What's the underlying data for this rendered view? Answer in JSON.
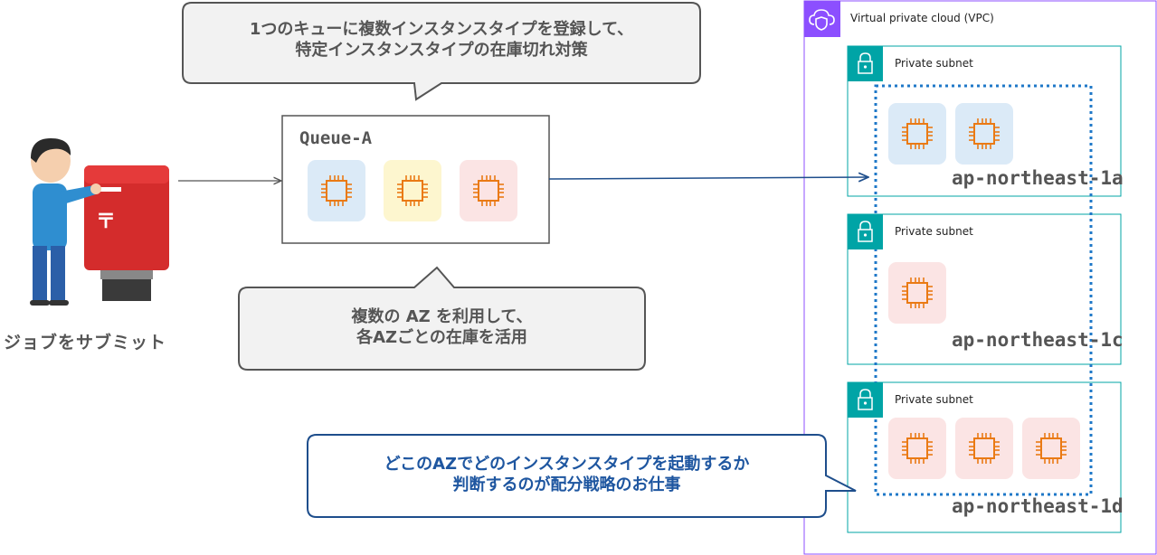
{
  "callout_top": {
    "line1": "1つのキューに複数インスタンスタイプを登録して、",
    "line2": "特定インスタンスタイプの在庫切れ対策"
  },
  "callout_mid": {
    "line1": "複数の AZ を利用して、",
    "line2": "各AZごとの在庫を活用"
  },
  "callout_bottom": {
    "line1": "どこのAZでどのインスタンスタイプを起動するか",
    "line2": "判断するのが配分戦略のお仕事"
  },
  "user": {
    "label": "ジョブをサブミット"
  },
  "queue": {
    "title": "Queue-A"
  },
  "vpc": {
    "title": "Virtual private cloud (VPC)"
  },
  "subnets": [
    {
      "title": "Private subnet",
      "az": "ap-northeast-1a"
    },
    {
      "title": "Private subnet",
      "az": "ap-northeast-1c"
    },
    {
      "title": "Private subnet",
      "az": "ap-northeast-1d"
    }
  ],
  "colors": {
    "instance_blue_bg": "#dbeaf7",
    "instance_yellow_bg": "#fdf6cf",
    "instance_pink_bg": "#fbe4e4",
    "chip_orange": "#ea7a14",
    "vpc_purple": "#8c4fff",
    "subnet_teal": "#00a4a6",
    "dotted_blue": "#1f78c8",
    "callout_blue": "#1e56a0",
    "postbox_red": "#d42c2c"
  },
  "icons": {
    "instance": "ec2-instance-chip-icon",
    "subnet": "padlock-icon",
    "vpc": "cloud-shield-icon",
    "user": "person-posting-letter-icon"
  }
}
